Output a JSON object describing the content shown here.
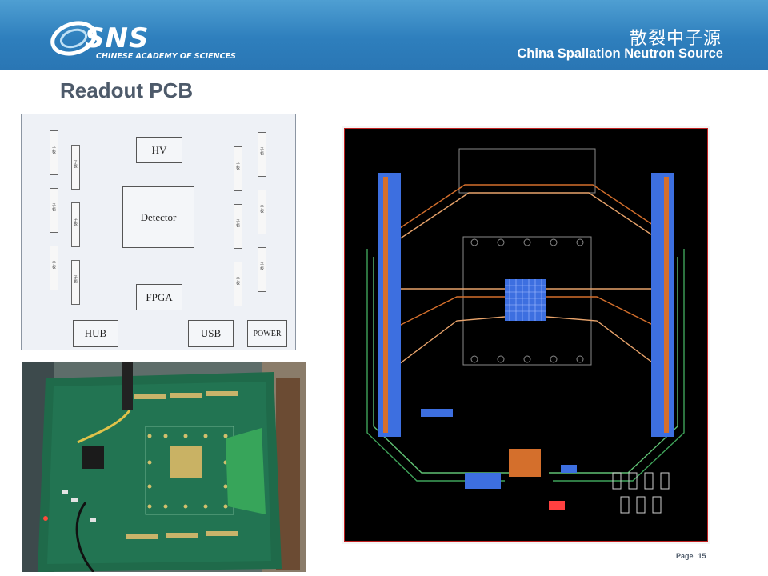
{
  "header": {
    "logo_text": "SNS",
    "logo_subtitle": "CHINESE ACADEMY OF SCIENCES",
    "title_cn": "散裂中子源",
    "title_en": "China Spallation Neutron Source"
  },
  "slide": {
    "title": "Readout PCB"
  },
  "diagram": {
    "blocks": {
      "hv": "HV",
      "detector": "Detector",
      "fpga": "FPGA",
      "hub": "HUB",
      "usb": "USB",
      "power": "POWER"
    },
    "chip_label": "子板"
  },
  "footer": {
    "page_label": "Page",
    "page_number": "15"
  },
  "colors": {
    "banner": "#2e7fbd",
    "title": "#4d5a6a",
    "pcb_green": "#1f6a4a",
    "layout_bg": "#000000"
  }
}
